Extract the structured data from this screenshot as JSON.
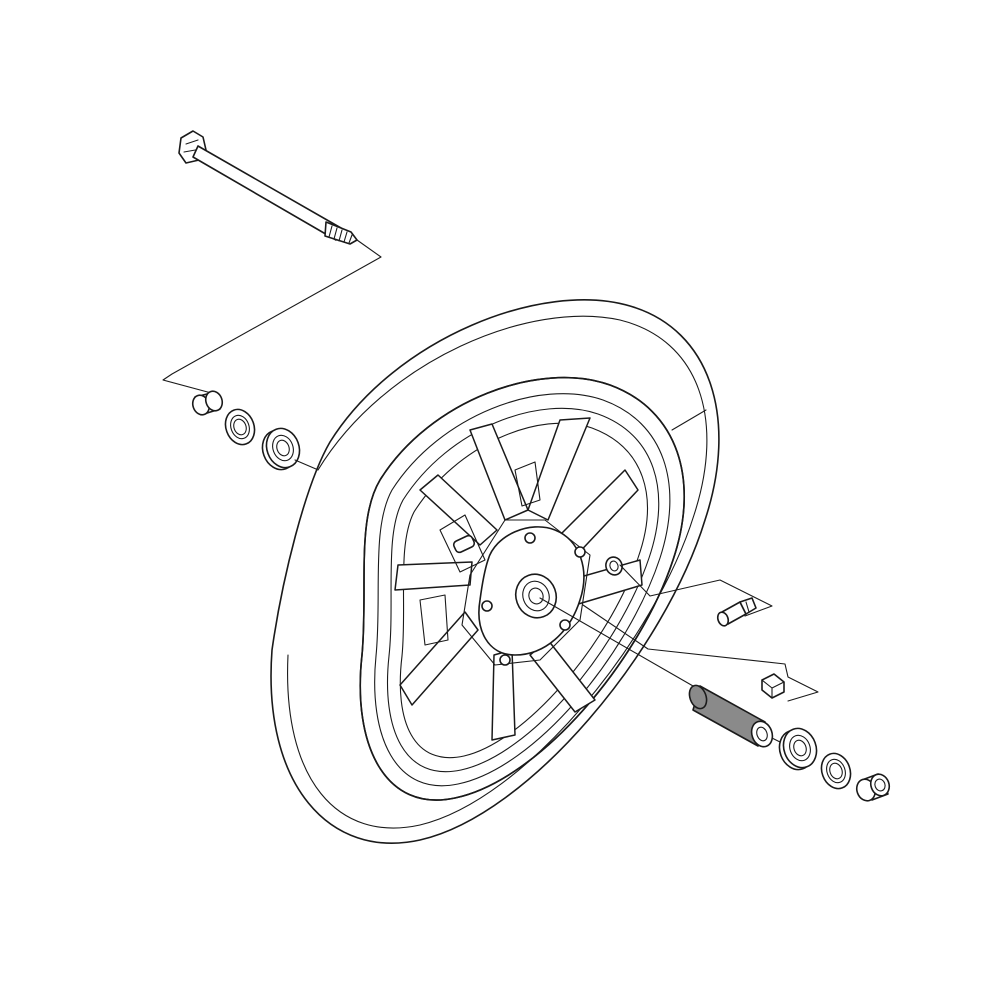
{
  "diagram": {
    "type": "exploded-parts-view",
    "subject": "front-wheel-assembly",
    "parts": [
      "axle-bolt",
      "left-collar",
      "left-oil-seal",
      "left-bearing",
      "tire",
      "wheel-rim",
      "air-valve",
      "balance-weight",
      "spacer-sleeve",
      "right-bearing",
      "right-oil-seal",
      "right-collar"
    ],
    "colors": {
      "line": "#1a1a1a",
      "background": "#ffffff",
      "spacer_fill": "#8a8a8a"
    }
  }
}
